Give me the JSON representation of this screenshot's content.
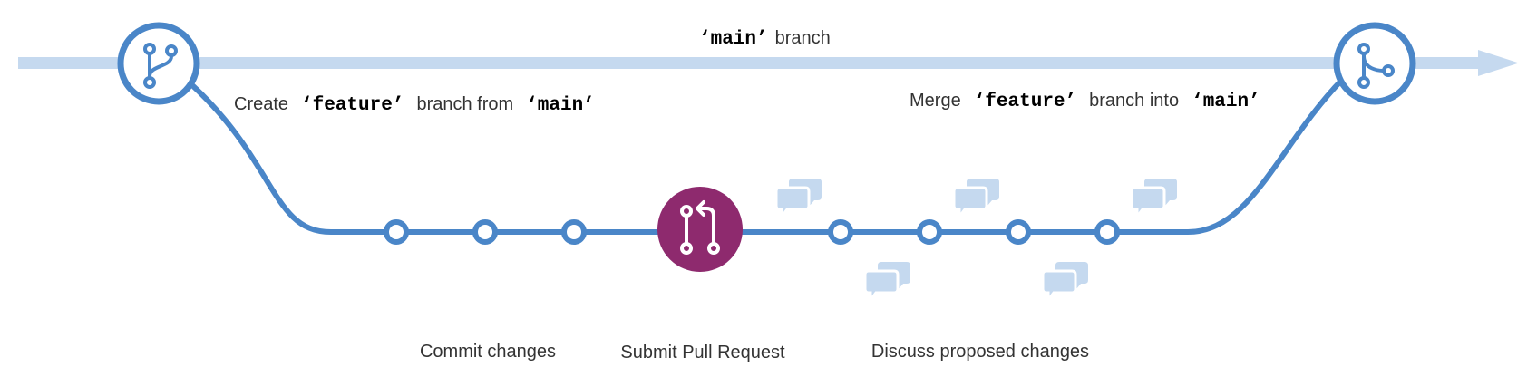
{
  "main_branch": {
    "label_code": "‘main’",
    "label_text": "branch"
  },
  "create_label": {
    "prefix": "Create",
    "feature": "‘feature’",
    "middle": "branch from",
    "main": "‘main’"
  },
  "merge_label": {
    "prefix": "Merge",
    "feature": "‘feature’",
    "middle": "branch into",
    "main": "‘main’"
  },
  "steps": {
    "commit": "Commit changes",
    "pull_request": "Submit Pull Request",
    "discuss": "Discuss proposed changes"
  },
  "icons": {
    "branch_start": "git-branch-icon",
    "branch_merge": "git-merge-icon",
    "pull_request": "git-pull-request-icon",
    "comment": "comment-discussion-icon"
  },
  "colors": {
    "main_line": "#c5d9ef",
    "feature_line": "#4a86c8",
    "pull_request": "#8e2a6e",
    "comment": "#c5d9ef",
    "text": "#333333"
  }
}
